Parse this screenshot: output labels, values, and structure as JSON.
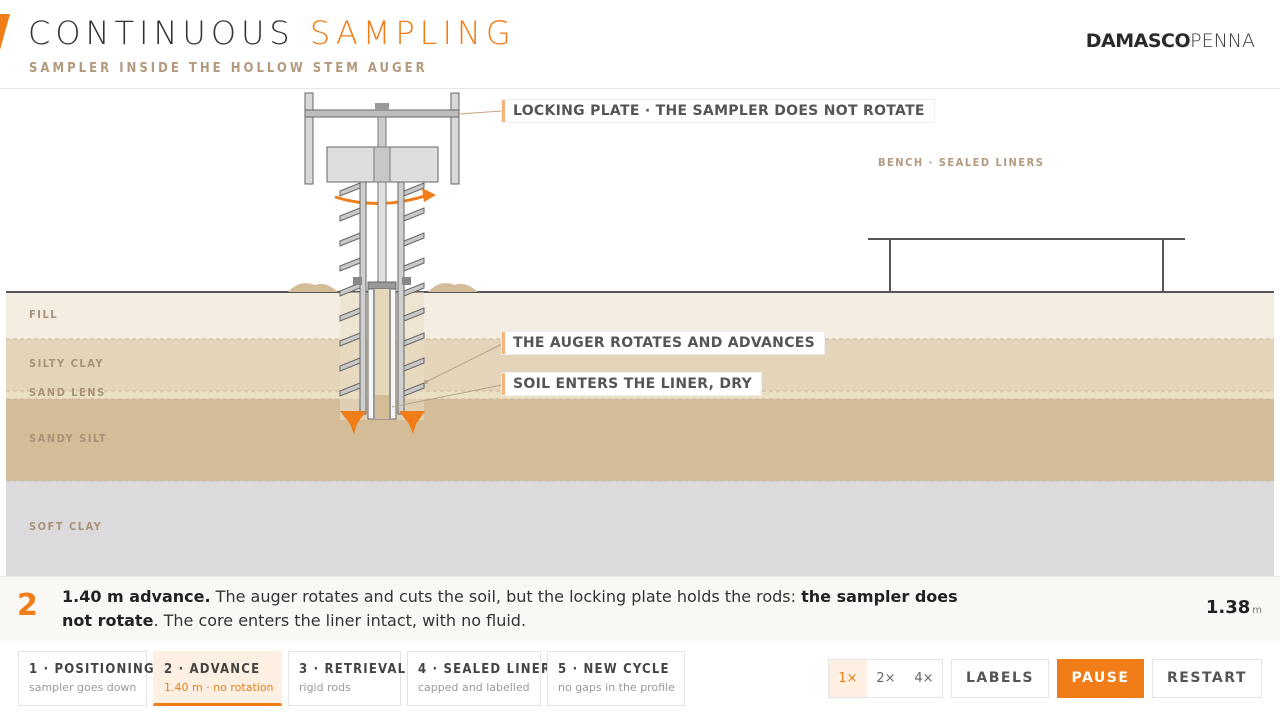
{
  "header": {
    "title_main": "CONTINUOUS ",
    "title_highlight": "SAMPLING",
    "subtitle": "SAMPLER INSIDE THE HOLLOW STEM AUGER",
    "logo_bold": "DAMASCO",
    "logo_light": "PENNA"
  },
  "colors": {
    "accent": "#f07d17",
    "layer_fill": "#f4ede1",
    "layer_silty_clay": "#e4d4b9",
    "layer_sand_lens": "#ece0c4",
    "layer_sandy_silt": "#d3bc97",
    "layer_soft_clay": "#dcdadd"
  },
  "layers": [
    {
      "name": "FILL"
    },
    {
      "name": "SILTY CLAY"
    },
    {
      "name": "SAND LENS"
    },
    {
      "name": "SANDY SILT"
    },
    {
      "name": "SOFT CLAY"
    }
  ],
  "callouts": {
    "locking_plate": "LOCKING PLATE · THE SAMPLER DOES NOT ROTATE",
    "auger": "THE AUGER ROTATES AND ADVANCES",
    "soil": "SOIL ENTERS THE LINER, DRY"
  },
  "bench_label": "BENCH · SEALED LINERS",
  "description": {
    "step_number": "2",
    "lead": "1.40 m advance.",
    "text1": " The auger rotates and cuts the soil, but the locking plate holds the rods: ",
    "bold": "the sampler does not rotate",
    "text2": ". The core enters the liner intact, with no fluid.",
    "depth_value": "1.38",
    "depth_unit": "m"
  },
  "steps": [
    {
      "title": "1 · POSITIONING",
      "sub": "sampler goes down",
      "active": false
    },
    {
      "title": "2 · ADVANCE",
      "sub": "1.40 m · no rotation",
      "active": true
    },
    {
      "title": "3 · RETRIEVAL",
      "sub": "rigid rods",
      "active": false
    },
    {
      "title": "4 · SEALED LINER",
      "sub": "capped and labelled",
      "active": false
    },
    {
      "title": "5 · NEW CYCLE",
      "sub": "no gaps in the profile",
      "active": false
    }
  ],
  "controls": {
    "speeds": [
      "1×",
      "2×",
      "4×"
    ],
    "active_speed": "1×",
    "labels_button": "LABELS",
    "pause_button": "PAUSE",
    "restart_button": "RESTART"
  }
}
